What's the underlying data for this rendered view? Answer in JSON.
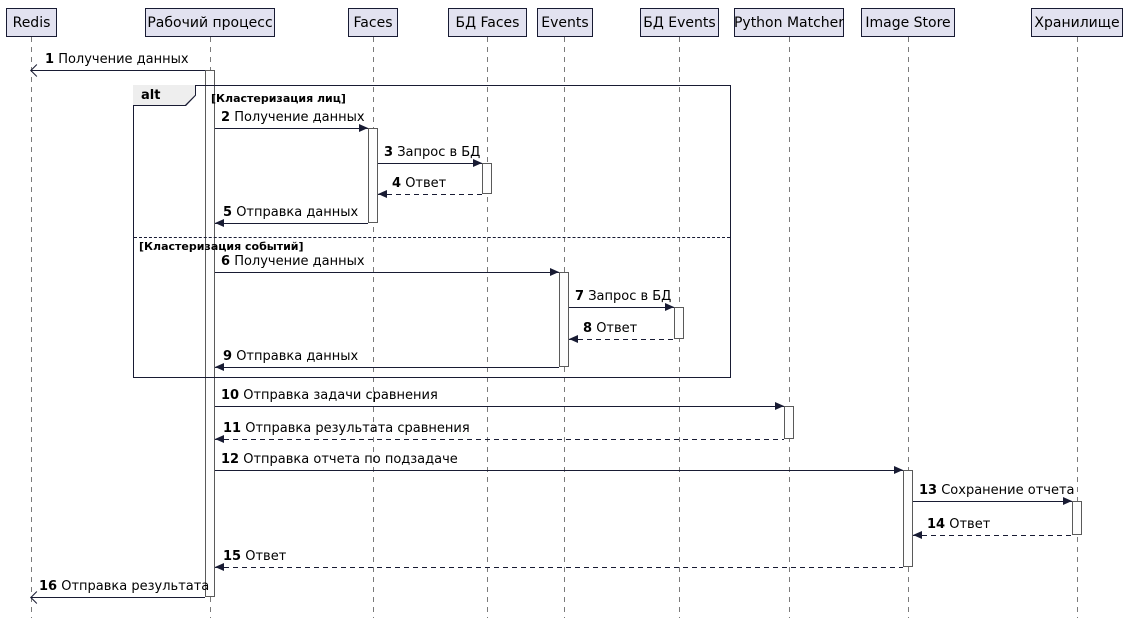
{
  "diagram": {
    "type": "uml-sequence-diagram",
    "participants": [
      {
        "label": "Redis"
      },
      {
        "label": "Рабочий процесс"
      },
      {
        "label": "Faces"
      },
      {
        "label": "БД Faces"
      },
      {
        "label": "Events"
      },
      {
        "label": "БД Events"
      },
      {
        "label": "Python Matcher"
      },
      {
        "label": "Image Store"
      },
      {
        "label": "Хранилище"
      }
    ],
    "alt_fragment": {
      "operator": "alt",
      "condition1": "[Кластеризация лиц]",
      "condition2": "[Кластеризация событий]"
    },
    "messages": [
      {
        "num": "1",
        "text": "Получение данных",
        "from": "Рабочий процесс",
        "to": "Redis",
        "style": "solid-open"
      },
      {
        "num": "2",
        "text": "Получение данных",
        "from": "Рабочий процесс",
        "to": "Faces",
        "style": "solid"
      },
      {
        "num": "3",
        "text": "Запрос в БД",
        "from": "Faces",
        "to": "БД Faces",
        "style": "solid"
      },
      {
        "num": "4",
        "text": "Ответ",
        "from": "БД Faces",
        "to": "Faces",
        "style": "dashed"
      },
      {
        "num": "5",
        "text": "Отправка данных",
        "from": "Faces",
        "to": "Рабочий процесс",
        "style": "solid"
      },
      {
        "num": "6",
        "text": "Получение данных",
        "from": "Рабочий процесс",
        "to": "Events",
        "style": "solid"
      },
      {
        "num": "7",
        "text": "Запрос в БД",
        "from": "Events",
        "to": "БД Events",
        "style": "solid"
      },
      {
        "num": "8",
        "text": "Ответ",
        "from": "БД Events",
        "to": "Events",
        "style": "dashed"
      },
      {
        "num": "9",
        "text": "Отправка данных",
        "from": "Events",
        "to": "Рабочий процесс",
        "style": "solid"
      },
      {
        "num": "10",
        "text": "Отправка задачи сравнения",
        "from": "Рабочий процесс",
        "to": "Python Matcher",
        "style": "solid"
      },
      {
        "num": "11",
        "text": "Отправка результата сравнения",
        "from": "Python Matcher",
        "to": "Рабочий процесс",
        "style": "dashed"
      },
      {
        "num": "12",
        "text": "Отправка отчета по подзадаче",
        "from": "Рабочий процесс",
        "to": "Image Store",
        "style": "solid"
      },
      {
        "num": "13",
        "text": "Сохранение отчета",
        "from": "Image Store",
        "to": "Хранилище",
        "style": "solid"
      },
      {
        "num": "14",
        "text": "Ответ",
        "from": "Хранилище",
        "to": "Image Store",
        "style": "dashed"
      },
      {
        "num": "15",
        "text": "Ответ",
        "from": "Image Store",
        "to": "Рабочий процесс",
        "style": "dashed"
      },
      {
        "num": "16",
        "text": "Отправка результата",
        "from": "Рабочий процесс",
        "to": "Redis",
        "style": "solid-open"
      }
    ],
    "colors": {
      "participant_fill": "#E2E2F0",
      "border": "#181B33",
      "lifeline": "#7A7A7A",
      "background": "#FFFFFF"
    }
  }
}
